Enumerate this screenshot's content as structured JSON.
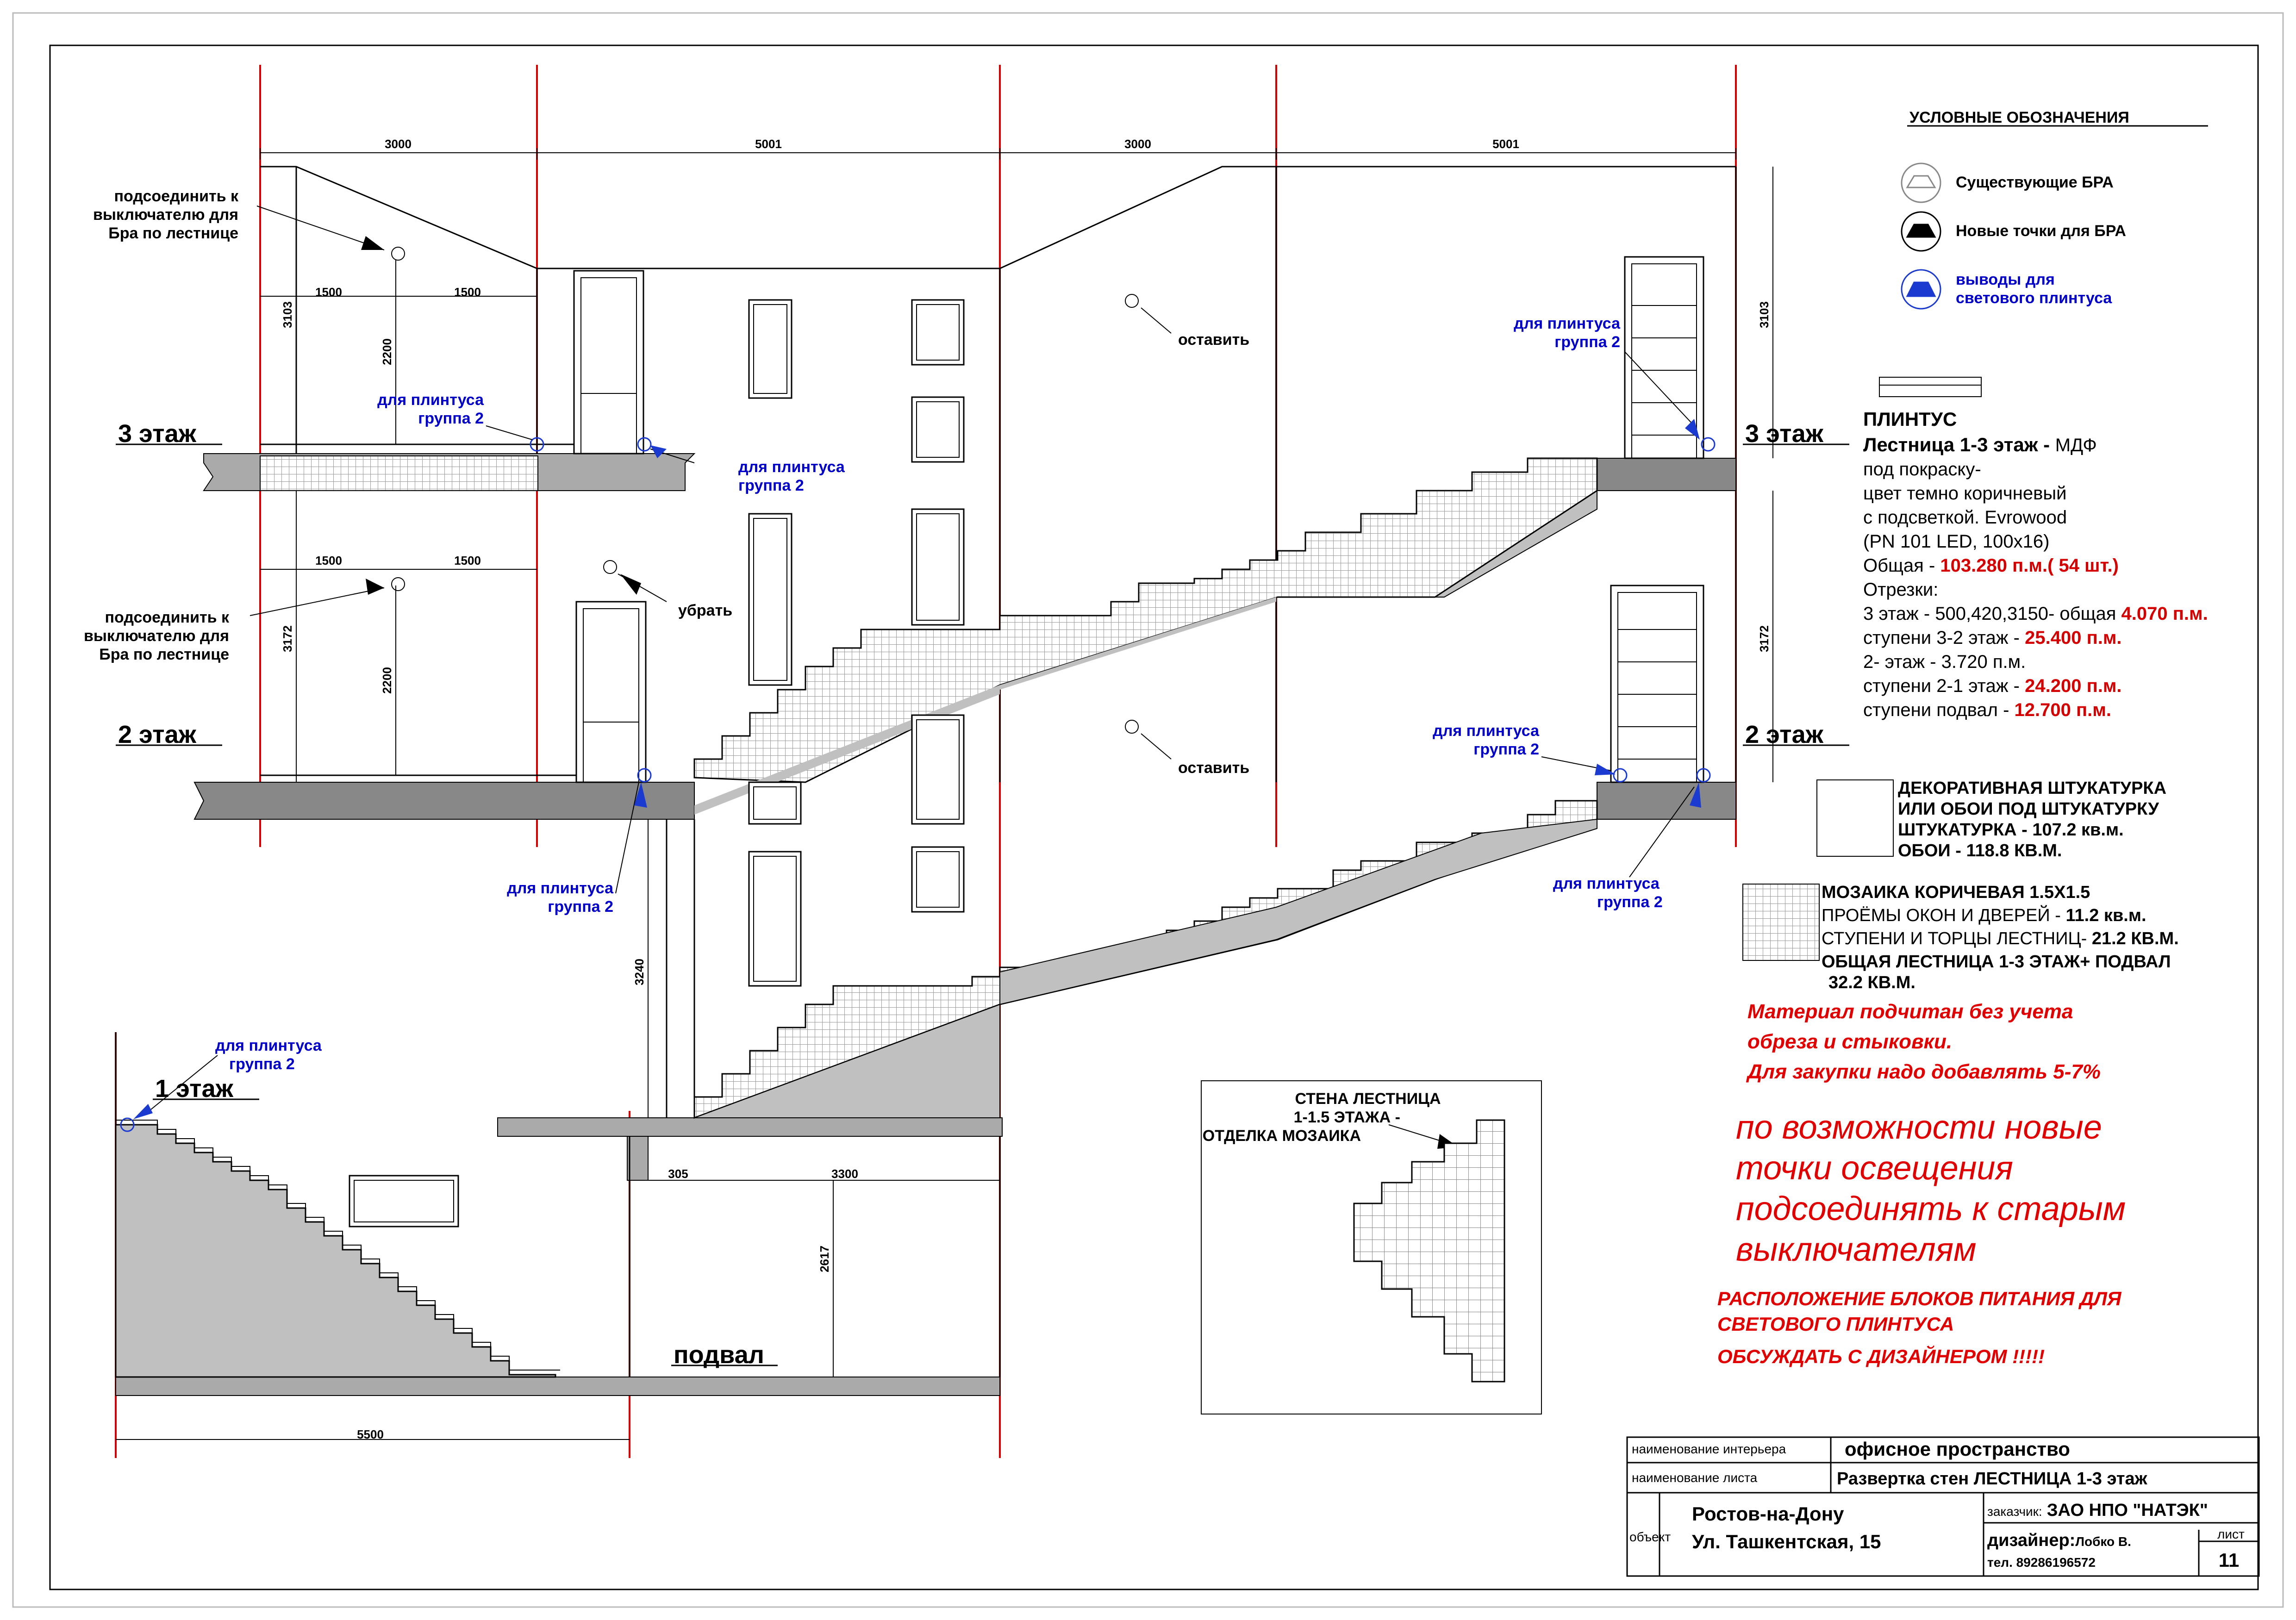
{
  "dimensions": {
    "top": [
      "3000",
      "5001",
      "3000",
      "5001"
    ],
    "half_spans": [
      "1500",
      "1500"
    ],
    "heights": {
      "floor3_left": "3103",
      "floor3_right": "3103",
      "floor2_left": "3172",
      "floor2_right": "3172",
      "door": "2200",
      "mid": "3240",
      "basement": "2617"
    },
    "bottom": {
      "basement_width": "5500",
      "small": "305",
      "right": "3300"
    }
  },
  "floors": {
    "f3": "3 этаж",
    "f2": "2 этаж",
    "f1": "1 этаж",
    "basement": "подвал"
  },
  "notes": {
    "connect_switch": [
      "подсоединить к",
      "выключателю для",
      "Бра по лестнице"
    ],
    "baseboard_group": [
      "для плинтуса",
      "группа 2"
    ],
    "keep": "оставить",
    "remove": "убрать"
  },
  "legend": {
    "title": "УСЛОВНЫЕ ОБОЗНАЧЕНИЯ",
    "existing": "Существующие БРА",
    "new_points": "Новые точки для БРА",
    "outlets": [
      "выводы для",
      "светового плинтуса"
    ]
  },
  "plinth": {
    "title": "ПЛИНТУС",
    "line1_bold": "Лестница 1-3 этаж - ",
    "line1_rest": "МДФ",
    "lines": [
      "под покраску-",
      "цвет темно коричневый",
      "с подсветкой. Evrowood",
      "(PN 101 LED, 100x16)"
    ],
    "total_label": "Общая - ",
    "total_value": "103.280 п.м.( 54 шт.)",
    "segments_label": "Отрезки:",
    "seg1_label": "3 этаж - 500,420,3150- общая ",
    "seg1_value": "4.070 п.м.",
    "seg2_label": "ступени 3-2 этаж - ",
    "seg2_value": "25.400 п.м.",
    "seg3_label": "2- этаж - 3.720 п.м.",
    "seg4_label": "ступени 2-1 этаж - ",
    "seg4_value": "24.200 п.м.",
    "seg5_label": "ступени подвал - ",
    "seg5_value": "12.700 п.м."
  },
  "stucco": {
    "line1": "ДЕКОРАТИВНАЯ ШТУКАТУРКА",
    "line2": "ИЛИ ОБОИ ПОД ШТУКАТУРКУ",
    "line3_label": "ШТУКАТУРКА - ",
    "line3_value": "107.2 кв.м.",
    "line4_label": "ОБОИ - ",
    "line4_value": "118.8 КВ.М."
  },
  "mosaic": {
    "title": "МОЗАИКА КОРИЧЕВАЯ 1.5Х1.5",
    "line1_label": "ПРОЁМЫ ОКОН И ДВЕРЕЙ - ",
    "line1_value": "11.2 кв.м.",
    "line2_label": "СТУПЕНИ И ТОРЦЫ ЛЕСТНИЦ- ",
    "line2_value": "21.2 КВ.М.",
    "line3": "ОБЩАЯ ЛЕСТНИЦА 1-3 ЭТАЖ+ ПОДВАЛ",
    "line4": "32.2 КВ.М."
  },
  "material_note": [
    "Материал подчитан без учета",
    "обреза и стыковки.",
    "Для закупки надо добавлять 5-7%"
  ],
  "lighting_note": [
    "по возможности новые",
    "точки освещения",
    "подсоединять к старым",
    "выключателям"
  ],
  "power_note": [
    "РАСПОЛОЖЕНИЕ БЛОКОВ ПИТАНИЯ ДЛЯ",
    "СВЕТОВОГО ПЛИНТУСА",
    "ОБСУЖДАТЬ С ДИЗАЙНЕРОМ !!!!!"
  ],
  "inset": {
    "lines": [
      "СТЕНА ЛЕСТНИЦА",
      "1-1.5 ЭТАЖА -",
      "ОТДЕЛКА МОЗАИКА"
    ]
  },
  "title_block": {
    "interior_label": "наименование интерьера",
    "interior_value": "офисное пространство",
    "sheet_label": "наименование листа",
    "sheet_value": "Развертка стен ЛЕСТНИЦА 1-3 этаж",
    "object_label": "объект",
    "city": "Ростов-на-Дону",
    "street": "Ул. Ташкентская, 15",
    "customer_label": "заказчик:",
    "customer_value": "ЗАО НПО \"НАТЭК\"",
    "designer_label": "дизайнер:",
    "designer_value": "Лобко В.",
    "phone": "тел. 89286196572",
    "sheet_no_label": "лист",
    "sheet_no": "11"
  }
}
